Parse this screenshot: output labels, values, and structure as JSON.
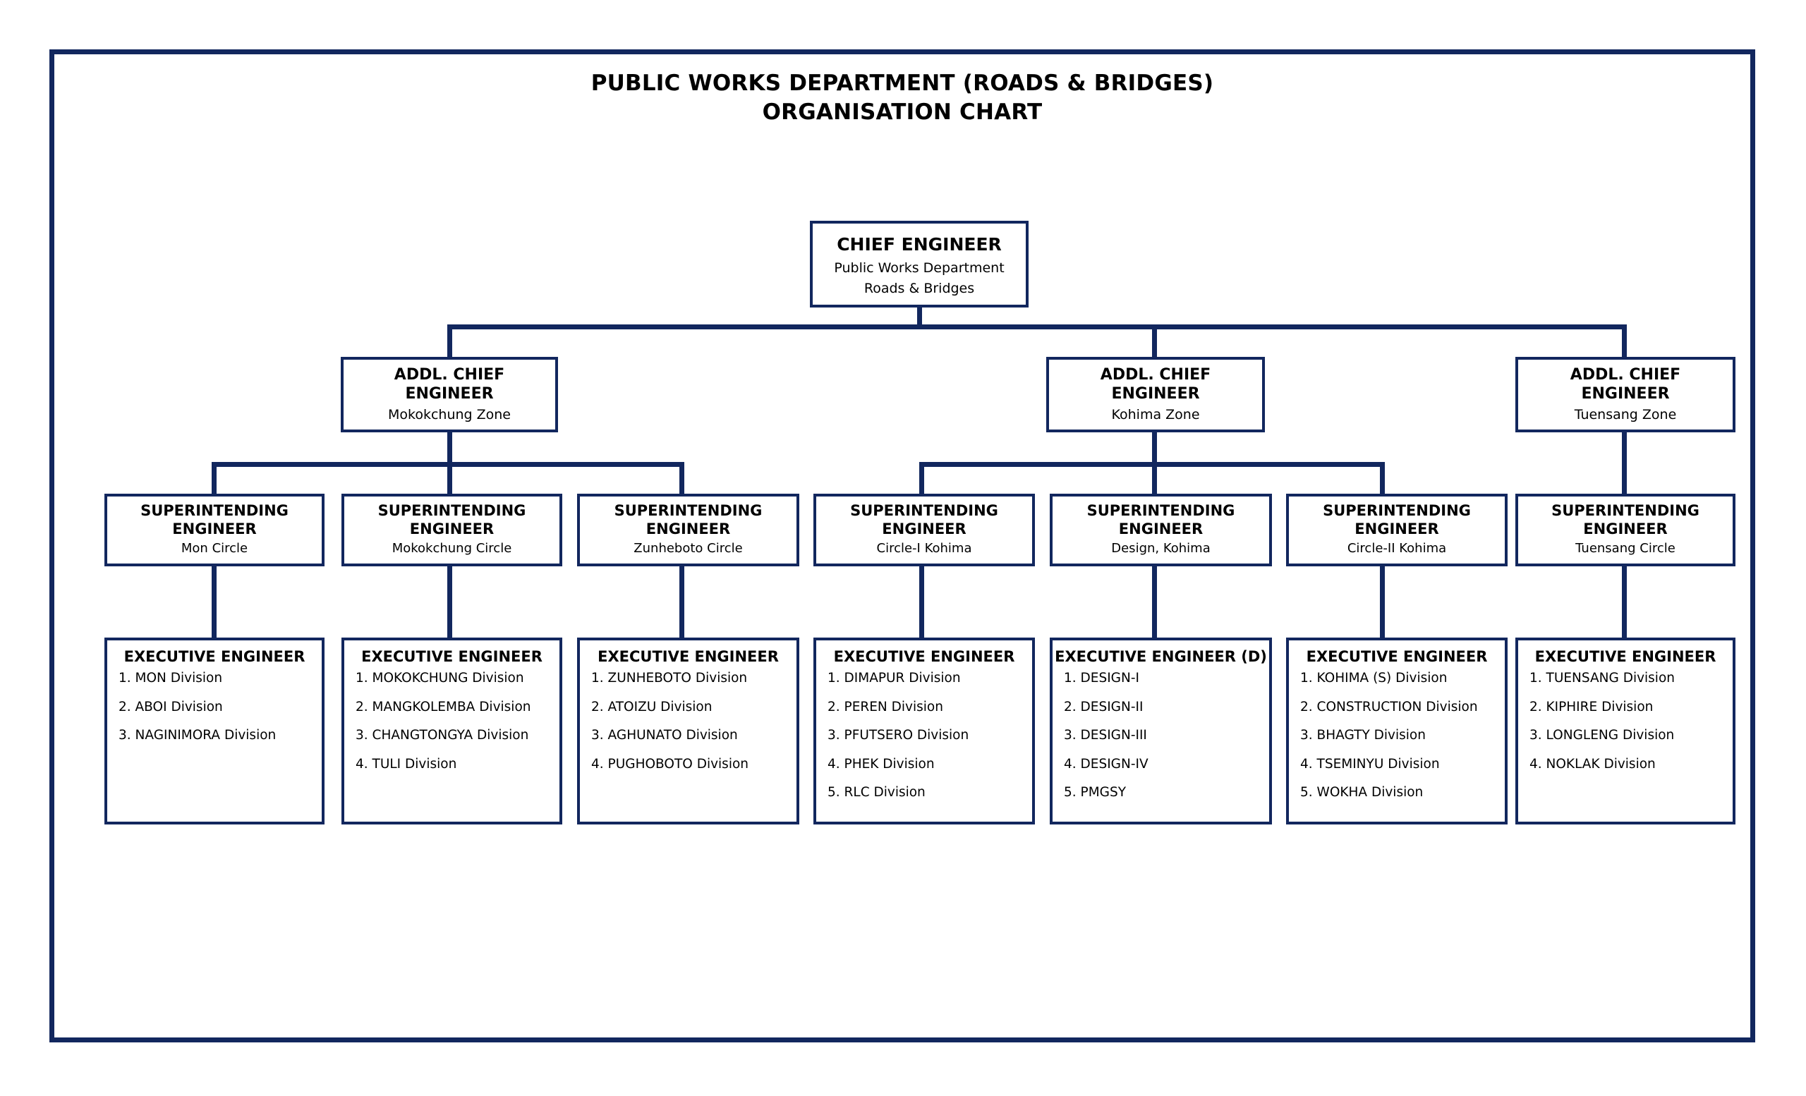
{
  "document": {
    "title_line1": "PUBLIC WORKS DEPARTMENT (ROADS & BRIDGES)",
    "title_line2": "ORGANISATION CHART"
  },
  "colors": {
    "frame": "#12275e",
    "box_border": "#12275e",
    "connector": "#12275e",
    "background": "#ffffff",
    "text": "#000000"
  },
  "chart_data": {
    "type": "diagram",
    "title": "PUBLIC WORKS DEPARTMENT (ROADS & BRIDGES) ORGANISATION CHART",
    "levels": [
      "Chief Engineer",
      "Addl. Chief Engineer",
      "Superintending Engineer",
      "Executive Engineer"
    ]
  },
  "chief_engineer": {
    "title": "CHIEF ENGINEER",
    "sub_line1": "Public Works Department",
    "sub_line2": "Roads & Bridges"
  },
  "addl_chief_engineers": [
    {
      "title_line1": "ADDL. CHIEF",
      "title_line2": "ENGINEER",
      "sub": "Mokokchung Zone"
    },
    {
      "title_line1": "ADDL. CHIEF",
      "title_line2": "ENGINEER",
      "sub": "Kohima Zone"
    },
    {
      "title_line1": "ADDL. CHIEF",
      "title_line2": "ENGINEER",
      "sub": "Tuensang Zone"
    }
  ],
  "superintending_engineers": [
    {
      "title_line1": "SUPERINTENDING",
      "title_line2": "ENGINEER",
      "sub": "Mon Circle"
    },
    {
      "title_line1": "SUPERINTENDING",
      "title_line2": "ENGINEER",
      "sub": "Mokokchung Circle"
    },
    {
      "title_line1": "SUPERINTENDING",
      "title_line2": "ENGINEER",
      "sub": "Zunheboto Circle"
    },
    {
      "title_line1": "SUPERINTENDING",
      "title_line2": "ENGINEER",
      "sub": "Circle-I Kohima"
    },
    {
      "title_line1": "SUPERINTENDING",
      "title_line2": "ENGINEER",
      "sub": "Design, Kohima"
    },
    {
      "title_line1": "SUPERINTENDING",
      "title_line2": "ENGINEER",
      "sub": "Circle-II Kohima"
    },
    {
      "title_line1": "SUPERINTENDING",
      "title_line2": "ENGINEER",
      "sub": "Tuensang Circle"
    }
  ],
  "executive_engineers": [
    {
      "title": "EXECUTIVE ENGINEER",
      "divisions": [
        "1. MON Division",
        "2. ABOI Division",
        "3. NAGINIMORA Division"
      ]
    },
    {
      "title": "EXECUTIVE ENGINEER",
      "divisions": [
        "1. MOKOKCHUNG Division",
        "2. MANGKOLEMBA Division",
        "3. CHANGTONGYA Division",
        "4. TULI Division"
      ]
    },
    {
      "title": "EXECUTIVE ENGINEER",
      "divisions": [
        "1. ZUNHEBOTO Division",
        "2. ATOIZU Division",
        "3. AGHUNATO Division",
        "4. PUGHOBOTO Division"
      ]
    },
    {
      "title": "EXECUTIVE ENGINEER",
      "divisions": [
        "1. DIMAPUR Division",
        "2. PEREN Division",
        "3. PFUTSERO Division",
        "4. PHEK Division",
        "5. RLC Division"
      ]
    },
    {
      "title": "EXECUTIVE ENGINEER (D)",
      "divisions": [
        "1. DESIGN-I",
        "2. DESIGN-II",
        "3. DESIGN-III",
        "4. DESIGN-IV",
        "5. PMGSY"
      ]
    },
    {
      "title": "EXECUTIVE ENGINEER",
      "divisions": [
        "1. KOHIMA (S) Division",
        "2. CONSTRUCTION Division",
        "3. BHAGTY Division",
        "4. TSEMINYU Division",
        "5. WOKHA Division"
      ]
    },
    {
      "title": "EXECUTIVE ENGINEER",
      "divisions": [
        "1. TUENSANG Division",
        "2. KIPHIRE Division",
        "3. LONGLENG Division",
        "4. NOKLAK Division"
      ]
    }
  ]
}
